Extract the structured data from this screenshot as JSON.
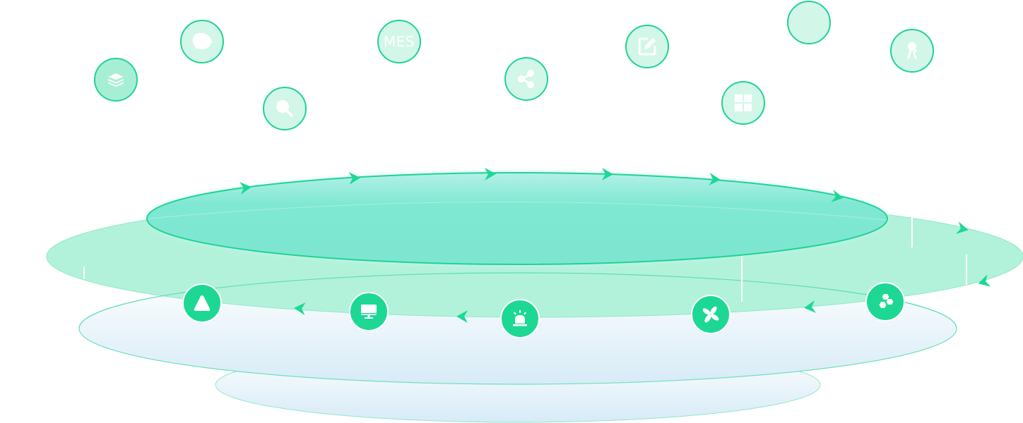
{
  "colors": {
    "accent": "#1dd894",
    "bubble_fill": "#d2f7e8",
    "bubble_fill_strong": "#a7efd4",
    "bubble_border": "#1fd396",
    "outer_plate": "#b2f2da",
    "inner_plate": "#7fe8d2",
    "inner_plate_top": "#b3f1e7",
    "base_gradient_bottom": "#d7ebf7"
  },
  "floating_bubbles": [
    {
      "id": "layers",
      "icon": "layers-icon",
      "label": ""
    },
    {
      "id": "chat",
      "icon": "chat-bubble-icon",
      "label": ""
    },
    {
      "id": "search",
      "icon": "search-icon",
      "label": ""
    },
    {
      "id": "mes",
      "icon": "",
      "label": "MES"
    },
    {
      "id": "share",
      "icon": "share-icon",
      "label": ""
    },
    {
      "id": "edit",
      "icon": "edit-icon",
      "label": ""
    },
    {
      "id": "grid",
      "icon": "grid-icon",
      "label": ""
    },
    {
      "id": "blank",
      "icon": "",
      "label": ""
    },
    {
      "id": "compass",
      "icon": "compass-icon",
      "label": ""
    }
  ],
  "ring_nodes": [
    {
      "id": "triangle",
      "icon": "triangle-icon"
    },
    {
      "id": "monitor",
      "icon": "monitor-icon"
    },
    {
      "id": "alarm",
      "icon": "alarm-light-icon"
    },
    {
      "id": "fan",
      "icon": "fan-icon"
    },
    {
      "id": "molecule",
      "icon": "molecule-icon"
    }
  ]
}
